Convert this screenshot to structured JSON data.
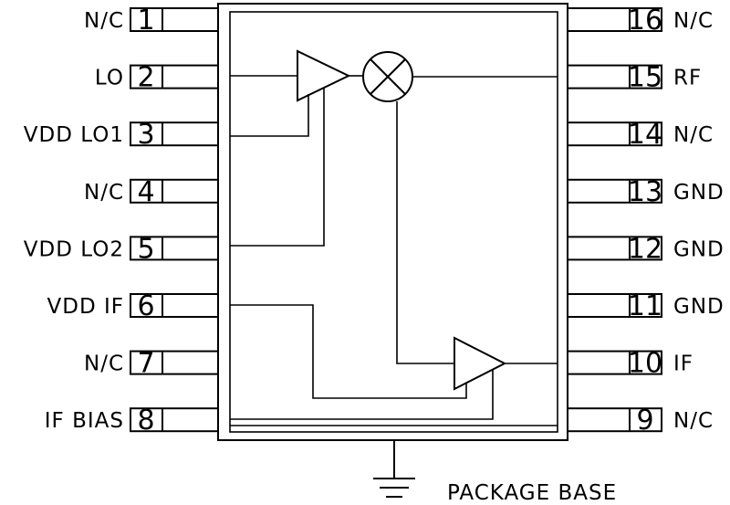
{
  "pins_left": [
    {
      "number": "1",
      "label": "N/C"
    },
    {
      "number": "2",
      "label": "LO"
    },
    {
      "number": "3",
      "label": "VDD LO1"
    },
    {
      "number": "4",
      "label": "N/C"
    },
    {
      "number": "5",
      "label": "VDD LO2"
    },
    {
      "number": "6",
      "label": "VDD IF"
    },
    {
      "number": "7",
      "label": "N/C"
    },
    {
      "number": "8",
      "label": "IF BIAS"
    }
  ],
  "pins_right": [
    {
      "number": "16",
      "label": "N/C"
    },
    {
      "number": "15",
      "label": "RF"
    },
    {
      "number": "14",
      "label": "N/C"
    },
    {
      "number": "13",
      "label": "GND"
    },
    {
      "number": "12",
      "label": "GND"
    },
    {
      "number": "11",
      "label": "GND"
    },
    {
      "number": "10",
      "label": "IF"
    },
    {
      "number": "9",
      "label": "N/C"
    }
  ],
  "package_base_label": "PACKAGE BASE"
}
